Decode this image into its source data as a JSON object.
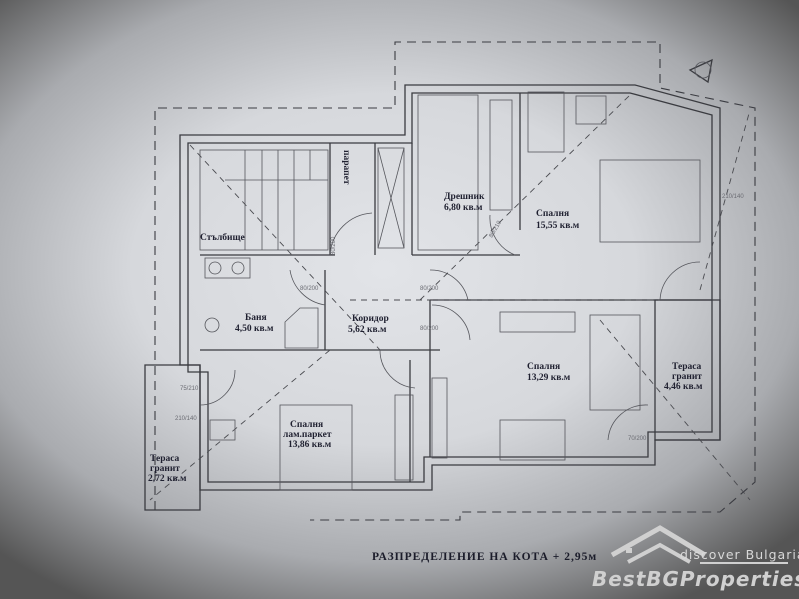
{
  "plan": {
    "rooms": {
      "stairs": "Стълбище",
      "parapet": "парапет",
      "closet_name": "Дрешник",
      "closet_area": "6,80 кв.м",
      "bedroom1_name": "Спалня",
      "bedroom1_area": "15,55 кв.м",
      "bath_name": "Баня",
      "bath_area": "4,50 кв.м",
      "corridor_name": "Коридор",
      "corridor_area": "5,62 кв.м",
      "bedroom2_name": "Спалня",
      "bedroom2_area": "13,29 кв.м",
      "terrace_right_name": "Тераса",
      "terrace_right_floor": "гранит",
      "terrace_right_area": "4,46 кв.м",
      "bedroom3_name": "Спалня",
      "bedroom3_floor": "лам.паркет",
      "bedroom3_area": "13,86 кв.м",
      "terrace_left_name": "Тераса",
      "terrace_left_floor": "гранит",
      "terrace_left_area": "2,72 кв.м"
    },
    "dimensions": {
      "d1": "80/200",
      "d2": "80/200",
      "d3": "80/200",
      "d4": "80/200",
      "d5": "75/210",
      "d6": "210/140",
      "d7": "70/200",
      "d8": "80/210",
      "d9": "210/140"
    },
    "caption": "РАЗПРЕДЕЛЕНИЕ НА КОТА + 2,95м"
  },
  "watermark": {
    "tagline": "discover Bulgaria",
    "brand": "BestBGProperties"
  }
}
